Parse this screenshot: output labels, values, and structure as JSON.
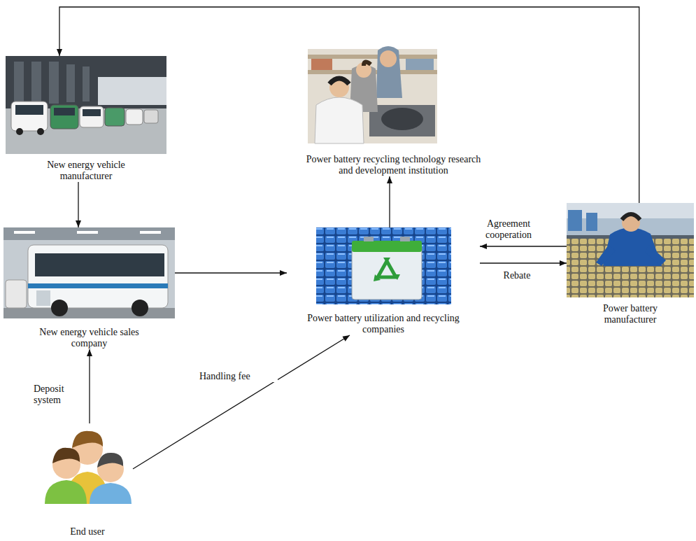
{
  "diagram": {
    "nodes": [
      {
        "text": [
          "New energy vehicle manufacturer"
        ]
      },
      {
        "text": [
          "Power battery recycling technology research and development institution"
        ]
      },
      {
        "text": [
          "New energy vehicle sales company"
        ]
      },
      {
        "text": [
          "Power battery utilization and recycling companies"
        ]
      },
      {
        "text": [
          "Power battery manufacturer"
        ]
      },
      {
        "text": [
          "End user"
        ]
      }
    ],
    "edges": [
      {
        "from": 4,
        "to": 0,
        "arrow": "to"
      },
      {
        "from": 0,
        "to": 2,
        "arrow": "to"
      },
      {
        "from": 2,
        "to": 3,
        "arrow": "to"
      },
      {
        "from": 3,
        "to": 1,
        "arrow": "to"
      },
      {
        "from": 4,
        "to": 3,
        "label": "Agreement cooperation",
        "arrow": "to"
      },
      {
        "from": 3,
        "to": 4,
        "label": "Rebate",
        "arrow": "to"
      },
      {
        "from": 5,
        "to": 2,
        "label": "Deposit system",
        "arrow": "to"
      },
      {
        "from": 5,
        "to": 3,
        "label": "Handling fee",
        "arrow": "to"
      }
    ]
  }
}
